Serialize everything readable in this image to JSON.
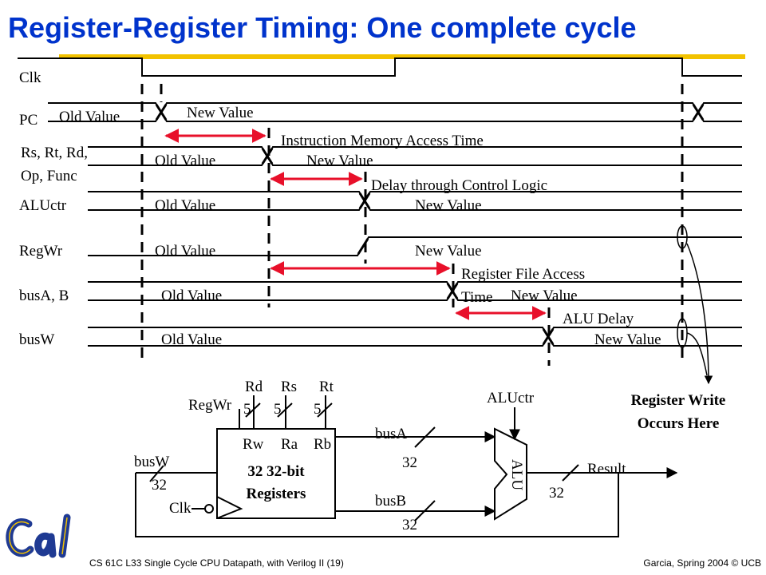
{
  "title": "Register-Register Timing: One complete cycle",
  "signals": {
    "clk": "Clk",
    "pc": "PC",
    "rs_line1": "Rs, Rt, Rd,",
    "rs_line2": "Op, Func",
    "aluctr": "ALUctr",
    "regwr": "RegWr",
    "busab": "busA, B",
    "busw": "busW"
  },
  "values": {
    "old": "Old Value",
    "new": "New Value"
  },
  "delays": {
    "imem": "Instruction Memory Access Time",
    "control": "Delay through Control Logic",
    "regfile_line1": "Register File Access",
    "regfile_line2": "Time",
    "alu": "ALU Delay"
  },
  "annotation": {
    "line1": "Register Write",
    "line2": "Occurs Here"
  },
  "datapath": {
    "rd": "Rd",
    "rs": "Rs",
    "rt": "Rt",
    "five": "5",
    "regwr": "RegWr",
    "rw": "Rw",
    "ra": "Ra",
    "rb": "Rb",
    "reg_line1": "32  32-bit",
    "reg_line2": "Registers",
    "clk": "Clk",
    "busw": "busW",
    "busa": "busA",
    "busb": "busB",
    "width": "32",
    "aluctr": "ALUctr",
    "alu": "ALU",
    "result": "Result"
  },
  "footer": {
    "left": "CS 61C L33 Single Cycle CPU Datapath, with Verilog II (19)",
    "right": "Garcia, Spring 2004 © UCB"
  },
  "colors": {
    "title": "#0033cc",
    "title_bar": "#f2c200",
    "arrow": "#e8102a",
    "logo": "#1f3a93"
  }
}
